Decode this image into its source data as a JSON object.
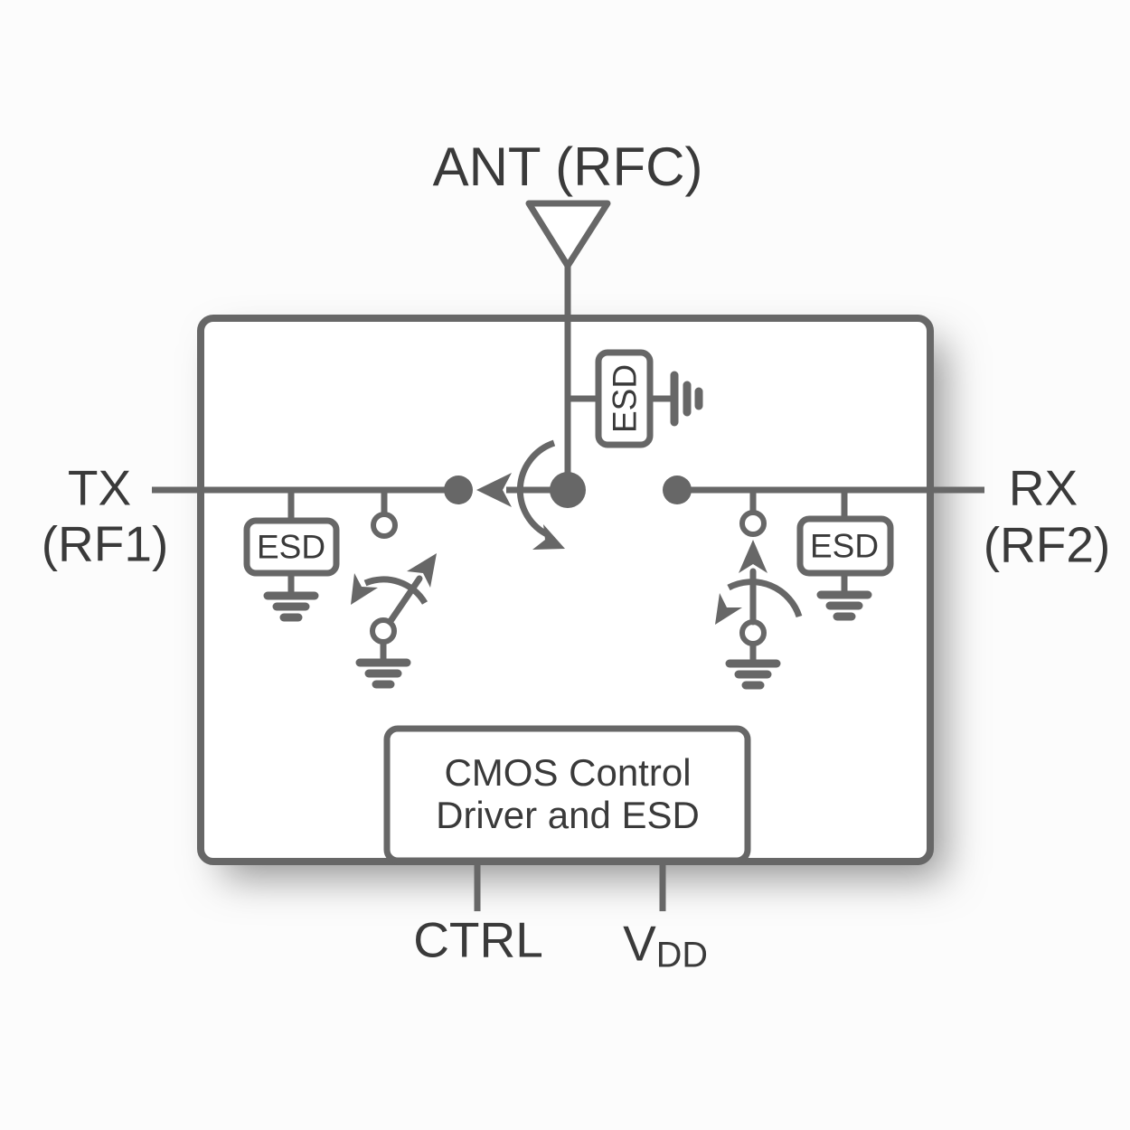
{
  "labels": {
    "ant": "ANT (RFC)",
    "tx": "TX",
    "tx_sub": "(RF1)",
    "rx": "RX",
    "rx_sub": "(RF2)",
    "ctrl": "CTRL",
    "vdd_letter": "V",
    "vdd_subscript": "DD"
  },
  "blocks": {
    "esd_top": "ESD",
    "esd_tx": "ESD",
    "esd_rx": "ESD",
    "cmos_line1": "CMOS Control",
    "cmos_line2": "Driver and ESD"
  },
  "symbols": [
    "antenna",
    "ground",
    "series-spdt-switch",
    "shunt-switch-tx",
    "shunt-switch-rx",
    "esd-protection-block"
  ],
  "colors": {
    "line": "#676767",
    "text": "#3a3a3a",
    "bg": "#fcfcfc",
    "fill": "#ffffff"
  }
}
